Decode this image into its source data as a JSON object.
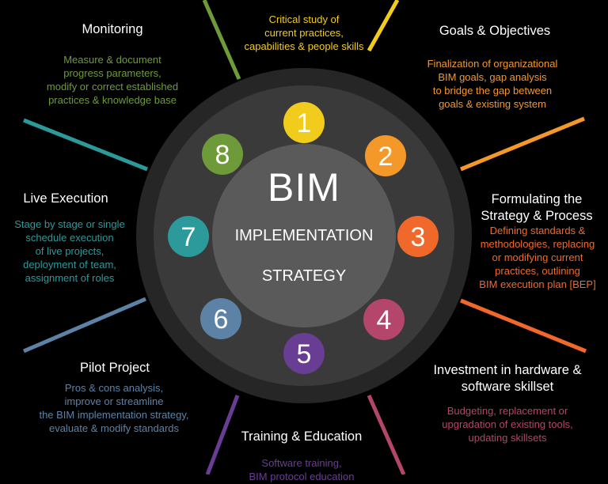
{
  "center": {
    "line1": "BIM",
    "line2": "IMPLEMENTATION",
    "line3": "STRATEGY"
  },
  "steps": [
    {
      "number": "1",
      "color": "#f2cc1c"
    },
    {
      "number": "2",
      "color": "#f4982a"
    },
    {
      "number": "3",
      "color": "#f0692a"
    },
    {
      "number": "4",
      "color": "#b3466a"
    },
    {
      "number": "5",
      "color": "#6a3d94"
    },
    {
      "number": "6",
      "color": "#5c83a6"
    },
    {
      "number": "7",
      "color": "#2c9a9a"
    },
    {
      "number": "8",
      "color": "#6e9a3a"
    }
  ],
  "sections": {
    "critical": {
      "desc": "Critical study of\ncurrent practices,\ncapabilities & people skills",
      "color": "#f2cc1c"
    },
    "goals": {
      "title": "Goals & Objectives",
      "desc": "Finalization of organizational\nBIM goals, gap analysis\nto bridge the gap between\ngoals & existing system",
      "color": "#f4982a"
    },
    "strategy": {
      "title": "Formulating the\nStrategy & Process",
      "desc": "Defining standards &\nmethodologies, replacing\nor modifying current\npractices, outlining\nBIM execution plan [BEP]",
      "color": "#f0692a"
    },
    "investment": {
      "title": "Investment in hardware &\nsoftware skillset",
      "desc": "Budgeting, replacement or\nupgradation of existing tools,\nupdating skillsets",
      "color": "#b3466a"
    },
    "training": {
      "title": "Training & Education",
      "desc": "Software training,\nBIM protocol education",
      "color": "#6a3d94"
    },
    "pilot": {
      "title": "Pilot Project",
      "desc": "Pros & cons analysis,\nimprove or streamline\nthe BIM implementation strategy,\nevaluate & modify standards",
      "color": "#5c83a6"
    },
    "live": {
      "title": "Live Execution",
      "desc": "Stage by stage or single\nschedule execution\nof live projects,\ndeployment of team,\nassignment of roles",
      "color": "#2c9a9a"
    },
    "monitoring": {
      "title": "Monitoring",
      "desc": "Measure & document\nprogress parameters,\nmodify or correct established\npractices & knowledge base",
      "color": "#6e9a3a"
    }
  }
}
